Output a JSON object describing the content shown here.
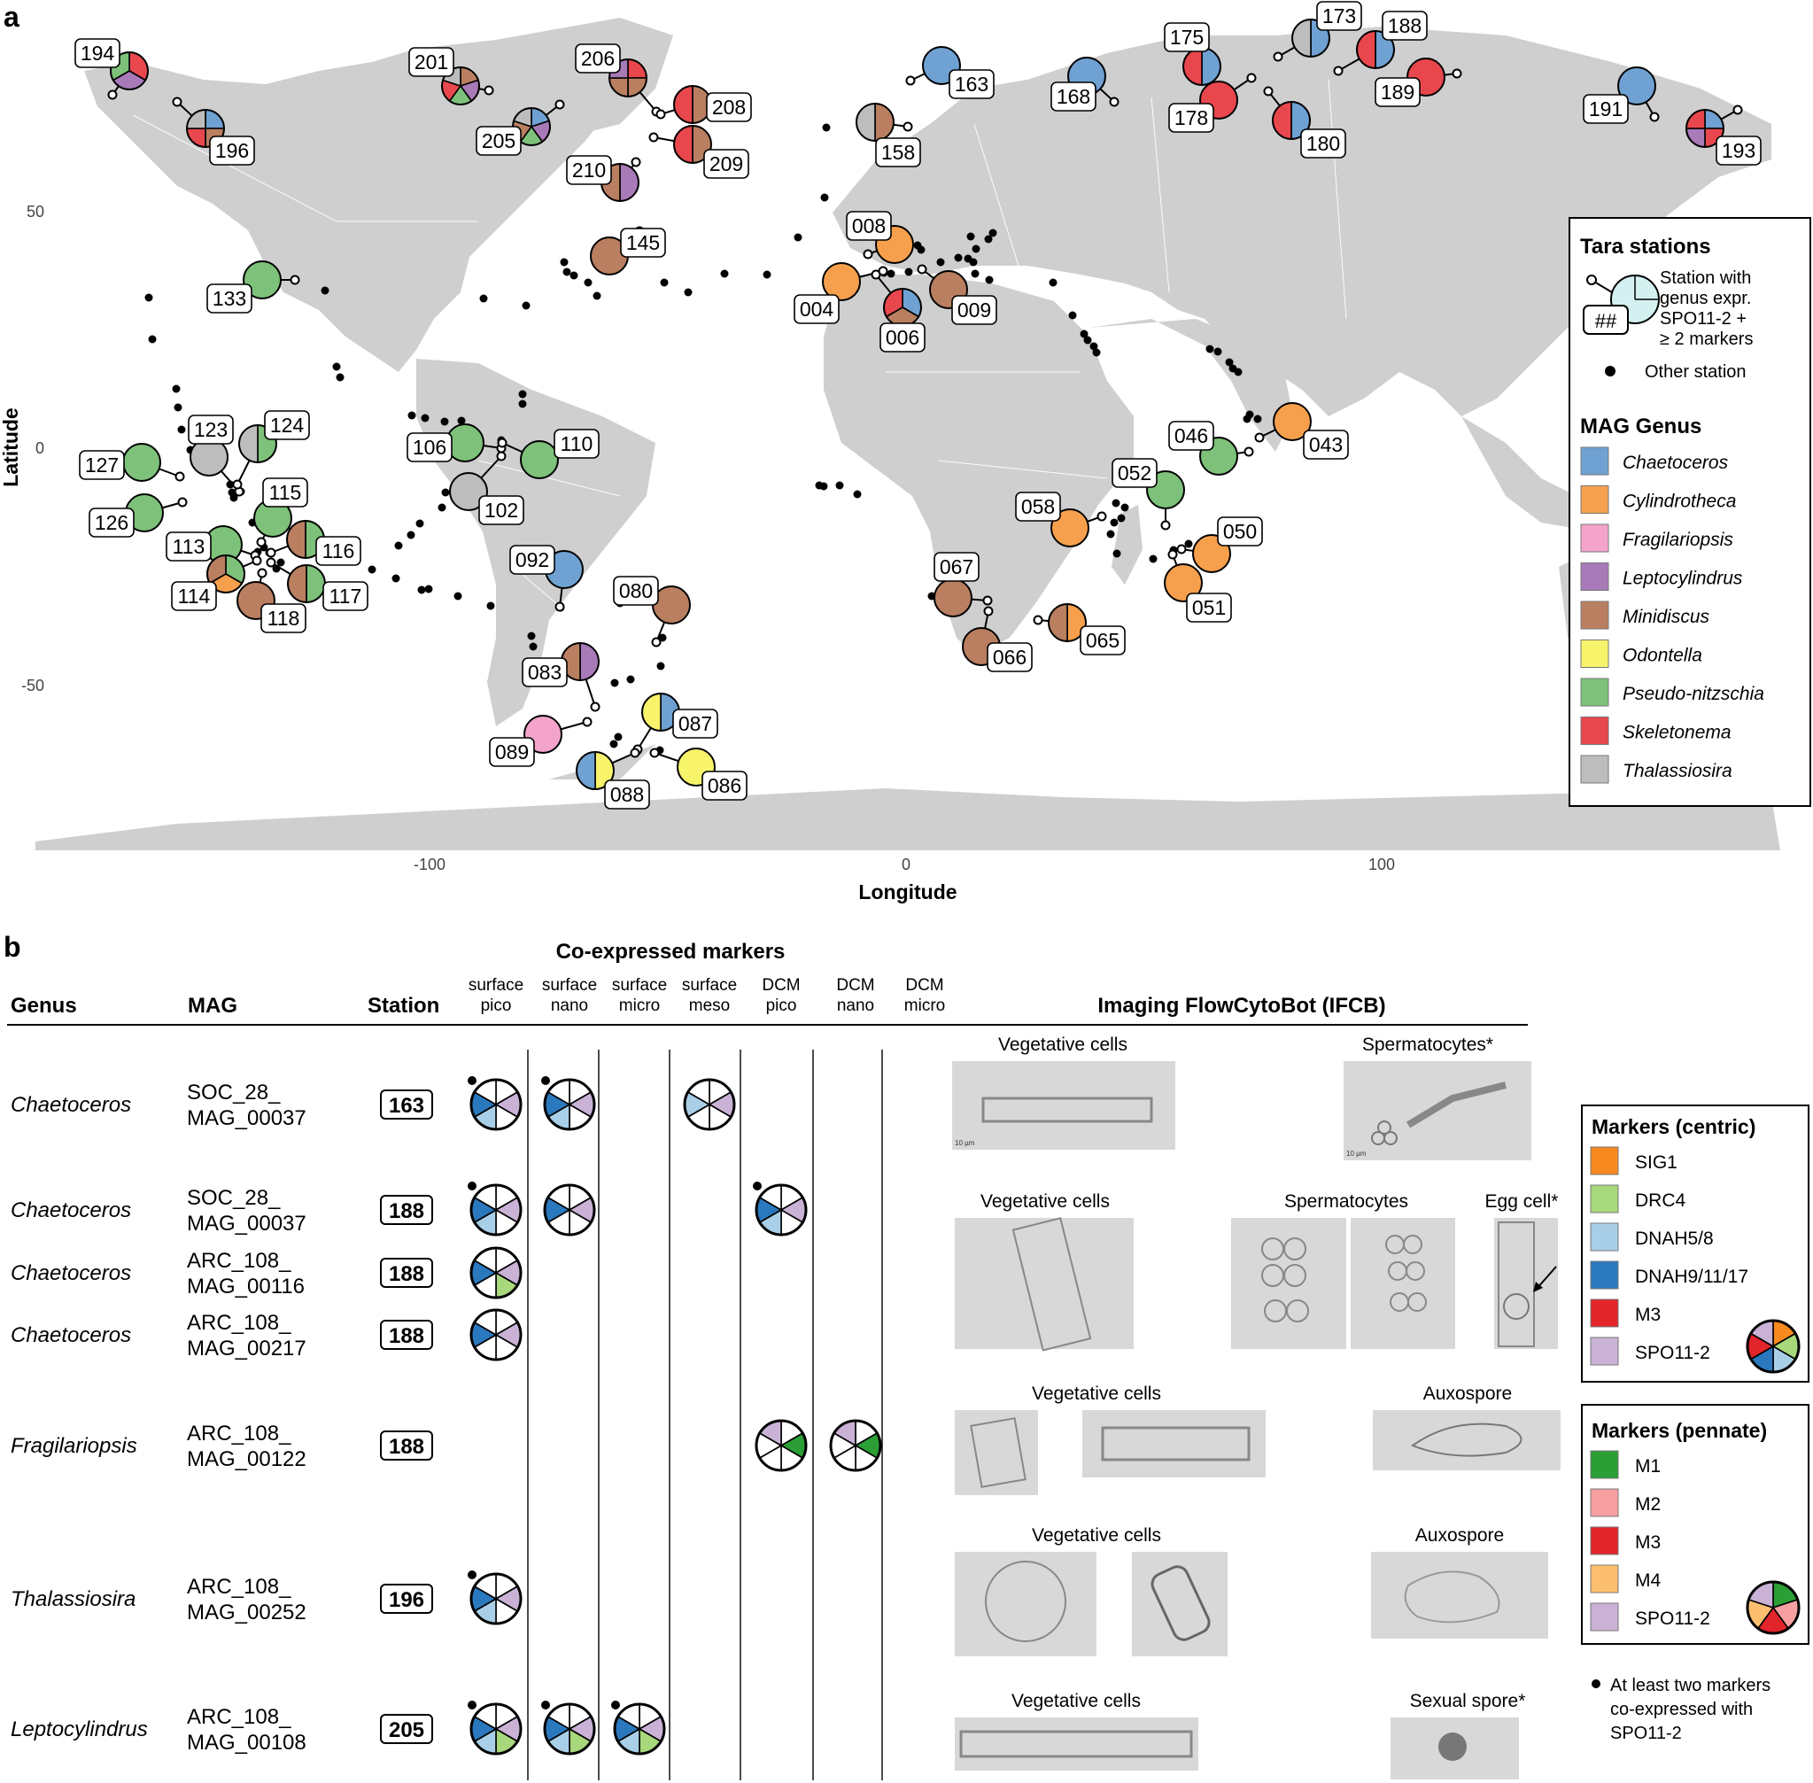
{
  "panel_a": {
    "letter": "a",
    "axes": {
      "xlabel": "Longitude",
      "ylabel": "Latitude",
      "xticks": [
        "-100",
        "0",
        "100"
      ],
      "yticks": [
        "50",
        "0",
        "-50"
      ]
    },
    "legend": {
      "title": "Tara stations",
      "station_symbol_text": "##",
      "station_desc": [
        "Station with",
        "genus expr.",
        "SPO11-2 +",
        "≥ 2 markers"
      ],
      "other_station": "Other station",
      "genus_title": "MAG Genus",
      "genera": [
        {
          "name": "Chaetoceros",
          "color": "#6fa1d2"
        },
        {
          "name": "Cylindrotheca",
          "color": "#f6a04d"
        },
        {
          "name": "Fragilariopsis",
          "color": "#f4a3cb"
        },
        {
          "name": "Leptocylindrus",
          "color": "#a87ab8"
        },
        {
          "name": "Minidiscus",
          "color": "#b97f60"
        },
        {
          "name": "Odontella",
          "color": "#f7f46c"
        },
        {
          "name": "Pseudo-nitzschia",
          "color": "#7ec17a"
        },
        {
          "name": "Skeletonema",
          "color": "#e8474d"
        },
        {
          "name": "Thalassiosira",
          "color": "#bdbdbd"
        }
      ]
    },
    "stations": [
      {
        "id": "194",
        "colors": [
          "#e8474d",
          "#a87ab8",
          "#7ec17a"
        ]
      },
      {
        "id": "196",
        "colors": [
          "#6fa1d2",
          "#b97f60",
          "#e8474d",
          "#bdbdbd"
        ]
      },
      {
        "id": "201",
        "colors": [
          "#b97f60",
          "#a87ab8",
          "#7ec17a",
          "#e8474d",
          "#bdbdbd"
        ]
      },
      {
        "id": "205",
        "colors": [
          "#6fa1d2",
          "#a87ab8",
          "#7ec17a",
          "#b97f60",
          "#bdbdbd"
        ]
      },
      {
        "id": "206",
        "colors": [
          "#e8474d",
          "#b97f60",
          "#b97f60",
          "#a87ab8"
        ]
      },
      {
        "id": "208",
        "colors": [
          "#b97f60",
          "#e8474d"
        ]
      },
      {
        "id": "209",
        "colors": [
          "#b97f60",
          "#e8474d"
        ]
      },
      {
        "id": "210",
        "colors": [
          "#a87ab8",
          "#b97f60"
        ]
      },
      {
        "id": "163",
        "colors": [
          "#6fa1d2"
        ]
      },
      {
        "id": "168",
        "colors": [
          "#6fa1d2"
        ]
      },
      {
        "id": "175",
        "colors": [
          "#6fa1d2",
          "#e8474d"
        ]
      },
      {
        "id": "173",
        "colors": [
          "#6fa1d2",
          "#bdbdbd"
        ]
      },
      {
        "id": "188",
        "colors": [
          "#6fa1d2",
          "#e8474d"
        ]
      },
      {
        "id": "189",
        "colors": [
          "#e8474d"
        ]
      },
      {
        "id": "178",
        "colors": [
          "#e8474d"
        ]
      },
      {
        "id": "180",
        "colors": [
          "#6fa1d2",
          "#e8474d"
        ]
      },
      {
        "id": "158",
        "colors": [
          "#b97f60",
          "#bdbdbd"
        ]
      },
      {
        "id": "191",
        "colors": [
          "#6fa1d2"
        ]
      },
      {
        "id": "193",
        "colors": [
          "#6fa1d2",
          "#e8474d",
          "#a87ab8",
          "#e8474d"
        ]
      },
      {
        "id": "145",
        "colors": [
          "#b97f60"
        ]
      },
      {
        "id": "133",
        "colors": [
          "#7ec17a"
        ]
      },
      {
        "id": "008",
        "colors": [
          "#f6a04d"
        ]
      },
      {
        "id": "004",
        "colors": [
          "#f6a04d"
        ]
      },
      {
        "id": "006",
        "colors": [
          "#6fa1d2",
          "#b97f60",
          "#e8474d"
        ]
      },
      {
        "id": "009",
        "colors": [
          "#b97f60"
        ]
      },
      {
        "id": "043",
        "colors": [
          "#f6a04d"
        ]
      },
      {
        "id": "046",
        "colors": [
          "#7ec17a"
        ]
      },
      {
        "id": "052",
        "colors": [
          "#7ec17a"
        ]
      },
      {
        "id": "058",
        "colors": [
          "#f6a04d"
        ]
      },
      {
        "id": "050",
        "colors": [
          "#f6a04d"
        ]
      },
      {
        "id": "051",
        "colors": [
          "#f6a04d"
        ]
      },
      {
        "id": "067",
        "colors": [
          "#b97f60"
        ]
      },
      {
        "id": "066",
        "colors": [
          "#b97f60"
        ]
      },
      {
        "id": "065",
        "colors": [
          "#f6a04d",
          "#b97f60"
        ]
      },
      {
        "id": "123",
        "colors": [
          "#bdbdbd"
        ]
      },
      {
        "id": "124",
        "colors": [
          "#7ec17a",
          "#bdbdbd"
        ]
      },
      {
        "id": "127",
        "colors": [
          "#7ec17a"
        ]
      },
      {
        "id": "126",
        "colors": [
          "#7ec17a"
        ]
      },
      {
        "id": "106",
        "colors": [
          "#7ec17a"
        ]
      },
      {
        "id": "110",
        "colors": [
          "#7ec17a"
        ]
      },
      {
        "id": "102",
        "colors": [
          "#bdbdbd"
        ]
      },
      {
        "id": "115",
        "colors": [
          "#7ec17a"
        ]
      },
      {
        "id": "113",
        "colors": [
          "#7ec17a"
        ]
      },
      {
        "id": "116",
        "colors": [
          "#7ec17a",
          "#b97f60"
        ]
      },
      {
        "id": "114",
        "colors": [
          "#7ec17a",
          "#f6a04d",
          "#b97f60"
        ]
      },
      {
        "id": "117",
        "colors": [
          "#7ec17a",
          "#b97f60"
        ]
      },
      {
        "id": "118",
        "colors": [
          "#b97f60"
        ]
      },
      {
        "id": "092",
        "colors": [
          "#6fa1d2"
        ]
      },
      {
        "id": "080",
        "colors": [
          "#b97f60"
        ]
      },
      {
        "id": "083",
        "colors": [
          "#a87ab8",
          "#b97f60"
        ]
      },
      {
        "id": "089",
        "colors": [
          "#f4a3cb"
        ]
      },
      {
        "id": "087",
        "colors": [
          "#6fa1d2",
          "#f7f46c"
        ]
      },
      {
        "id": "088",
        "colors": [
          "#f7f46c",
          "#6fa1d2"
        ]
      },
      {
        "id": "086",
        "colors": [
          "#f7f46c"
        ]
      }
    ]
  },
  "panel_b": {
    "letter": "b",
    "title": "Co-expressed markers",
    "headers": {
      "genus": "Genus",
      "mag": "MAG",
      "station": "Station",
      "ifcb": "Imaging FlowCytoBot (IFCB)"
    },
    "columns": [
      [
        "surface",
        "pico"
      ],
      [
        "surface",
        "nano"
      ],
      [
        "surface",
        "micro"
      ],
      [
        "surface",
        "meso"
      ],
      [
        "DCM",
        "pico"
      ],
      [
        "DCM",
        "nano"
      ],
      [
        "DCM",
        "micro"
      ]
    ],
    "rows": [
      {
        "genus": "Chaetoceros",
        "mag": [
          "SOC_28_",
          "MAG_00037"
        ],
        "station": "163"
      },
      {
        "genus": "Chaetoceros",
        "mag": [
          "SOC_28_",
          "MAG_00037"
        ],
        "station": "188"
      },
      {
        "genus": "Chaetoceros",
        "mag": [
          "ARC_108_",
          "MAG_00116"
        ],
        "station": "188"
      },
      {
        "genus": "Chaetoceros",
        "mag": [
          "ARC_108_",
          "MAG_00217"
        ],
        "station": "188"
      },
      {
        "genus": "Fragilariopsis",
        "mag": [
          "ARC_108_",
          "MAG_00122"
        ],
        "station": "188"
      },
      {
        "genus": "Thalassiosira",
        "mag": [
          "ARC_108_",
          "MAG_00252"
        ],
        "station": "196"
      },
      {
        "genus": "Leptocylindrus",
        "mag": [
          "ARC_108_",
          "MAG_00108"
        ],
        "station": "205"
      }
    ],
    "image_labels": {
      "r1a": "Vegetative cells",
      "r1b": "Spermatocytes*",
      "r2a": "Vegetative cells",
      "r2b": "Spermatocytes",
      "r2c": "Egg cell*",
      "r3a": "Vegetative cells",
      "r3b": "Auxospore",
      "r4a": "Vegetative cells",
      "r4b": "Auxospore",
      "r5a": "Vegetative cells",
      "r5b": "Sexual spore*"
    },
    "scale_text": "10 µm",
    "markers_centric": {
      "title": "Markers (centric)",
      "items": [
        {
          "name": "SIG1",
          "color": "#f78a1e"
        },
        {
          "name": "DRC4",
          "color": "#a8d87c"
        },
        {
          "name": "DNAH5/8",
          "color": "#a9cfe8"
        },
        {
          "name": "DNAH9/11/17",
          "color": "#2a78bd"
        },
        {
          "name": "M3",
          "color": "#e2242b"
        },
        {
          "name": "SPO11-2",
          "color": "#cab2d6"
        }
      ]
    },
    "markers_pennate": {
      "title": "Markers (pennate)",
      "items": [
        {
          "name": "M1",
          "color": "#2b9e36"
        },
        {
          "name": "M2",
          "color": "#f7a0a2"
        },
        {
          "name": "M3",
          "color": "#e2242b"
        },
        {
          "name": "M4",
          "color": "#fcbf70"
        },
        {
          "name": "SPO11-2",
          "color": "#cab2d6"
        }
      ]
    },
    "dot_note": [
      "At least two markers",
      "co-expressed with",
      "SPO11-2"
    ]
  }
}
